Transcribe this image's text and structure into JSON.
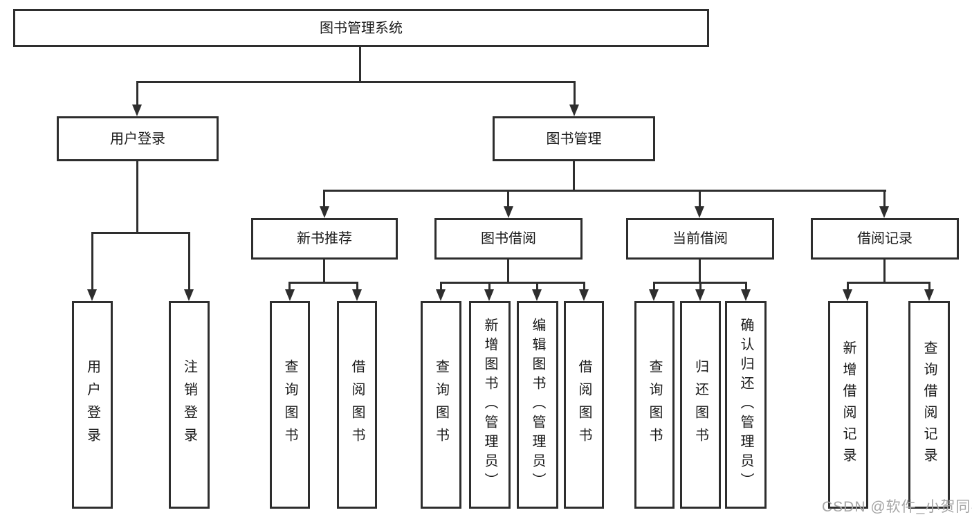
{
  "tree": {
    "label": "图书管理系统",
    "children": [
      {
        "label": "用户登录",
        "children": [
          {
            "label": "用户登录"
          },
          {
            "label": "注销登录"
          }
        ]
      },
      {
        "label": "图书管理",
        "children": [
          {
            "label": "新书推荐",
            "children": [
              {
                "label": "查询图书"
              },
              {
                "label": "借阅图书"
              }
            ]
          },
          {
            "label": "图书借阅",
            "children": [
              {
                "label": "查询图书"
              },
              {
                "label": "新增图书（管理员）"
              },
              {
                "label": "编辑图书（管理员）"
              },
              {
                "label": "借阅图书"
              }
            ]
          },
          {
            "label": "当前借阅",
            "children": [
              {
                "label": "查询图书"
              },
              {
                "label": "归还图书"
              },
              {
                "label": "确认归还（管理员）"
              }
            ]
          },
          {
            "label": "借阅记录",
            "children": [
              {
                "label": "新增借阅记录"
              },
              {
                "label": "查询借阅记录"
              }
            ]
          }
        ]
      }
    ]
  },
  "watermark": {
    "text": "CSDN @软件_小贺同学"
  },
  "colors": {
    "line": "#2e2e2e",
    "text": "#1a1a1a",
    "background": "#ffffff",
    "watermark": "#a6a6a6"
  }
}
